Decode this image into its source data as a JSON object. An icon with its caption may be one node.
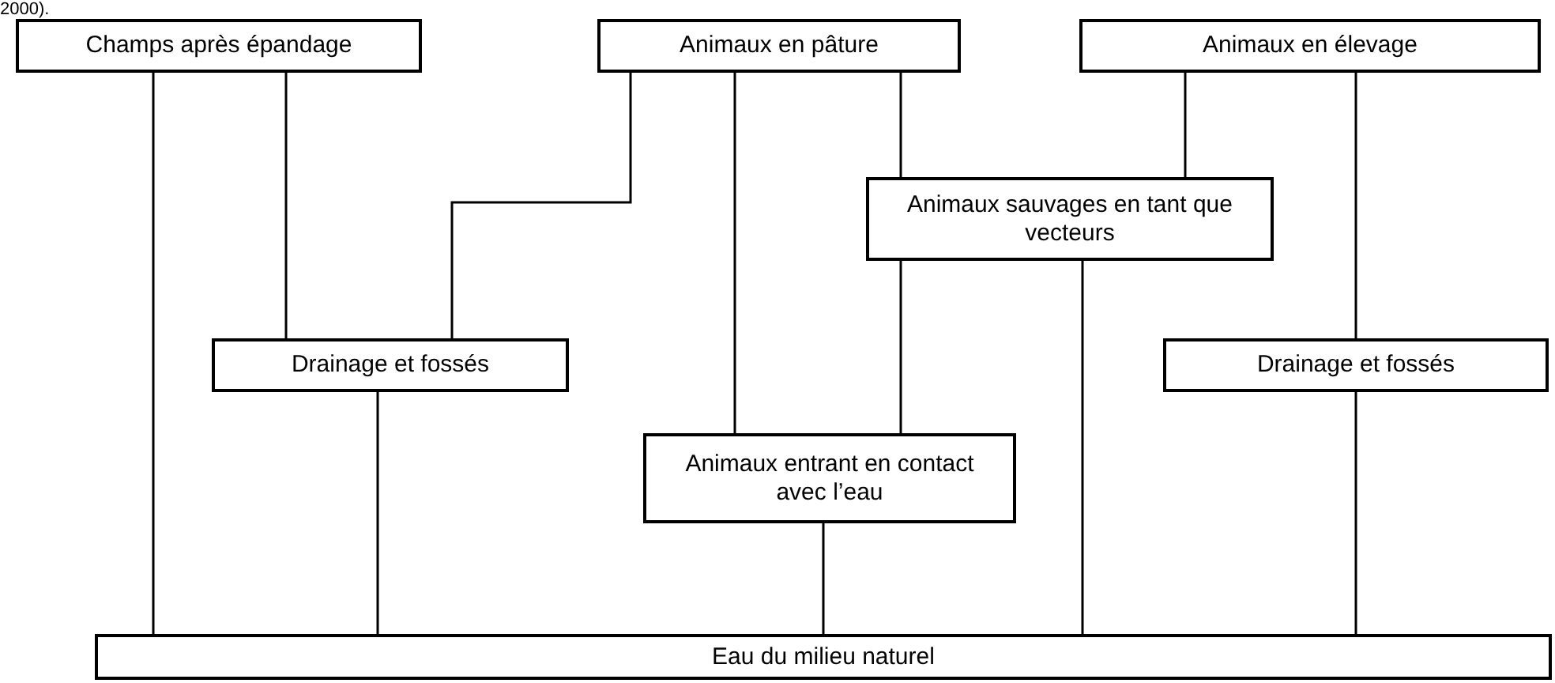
{
  "diagram": {
    "nodes": [
      {
        "text": [
          "Champs après épandage"
        ]
      },
      {
        "text": [
          "Animaux en pâture"
        ]
      },
      {
        "text": [
          "Animaux en élevage"
        ]
      },
      {
        "text": [
          "Animaux sauvages en tant que vecteurs"
        ]
      },
      {
        "text": [
          "Drainage et fossés"
        ]
      },
      {
        "text": [
          "Animaux entrant en contact avec l’eau"
        ]
      },
      {
        "text": [
          "Drainage et fossés"
        ]
      },
      {
        "text": [
          "Eau du milieu naturel"
        ]
      }
    ],
    "edges": [
      {
        "from": 0,
        "to": 7,
        "arrow": "none"
      },
      {
        "from": 0,
        "to": 4,
        "arrow": "none"
      },
      {
        "from": 1,
        "to": 4,
        "arrow": "none"
      },
      {
        "from": 1,
        "to": 5,
        "arrow": "none"
      },
      {
        "from": 1,
        "to": 3,
        "arrow": "none"
      },
      {
        "from": 2,
        "to": 3,
        "arrow": "none"
      },
      {
        "from": 2,
        "to": 6,
        "arrow": "none"
      },
      {
        "from": 3,
        "to": 5,
        "arrow": "none"
      },
      {
        "from": 3,
        "to": 7,
        "arrow": "none"
      },
      {
        "from": 4,
        "to": 7,
        "arrow": "none"
      },
      {
        "from": 5,
        "to": 7,
        "arrow": "none"
      },
      {
        "from": 6,
        "to": 7,
        "arrow": "none"
      }
    ],
    "labels": [
      "2000)."
    ]
  }
}
